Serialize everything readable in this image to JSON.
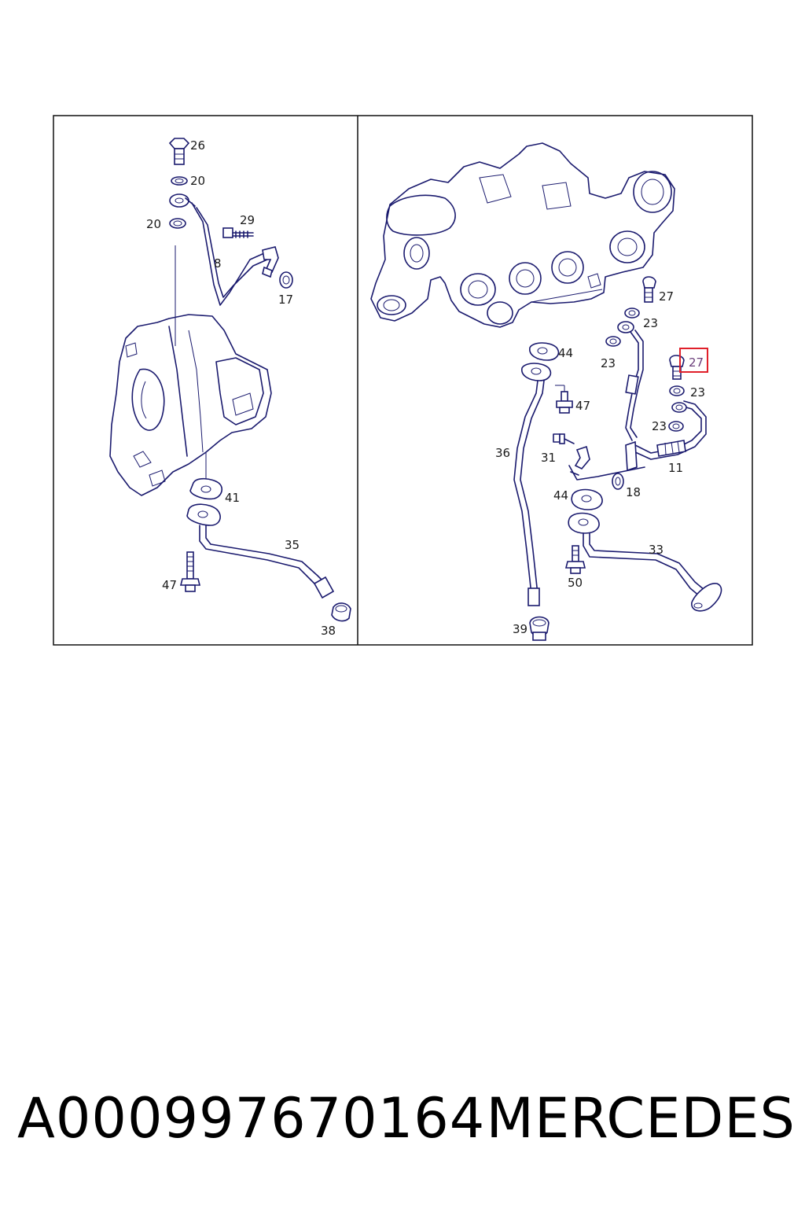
{
  "caption": {
    "part_number": "A000997670164",
    "brand": "MERCEDES"
  },
  "left_panel": {
    "labels": {
      "l26": "26",
      "l20a": "20",
      "l20b": "20",
      "l29": "29",
      "l8": "8",
      "l17": "17",
      "l41": "41",
      "l35": "35",
      "l47": "47",
      "l38": "38"
    }
  },
  "right_panel": {
    "labels": {
      "r27a": "27",
      "r23a": "23",
      "r23b": "23",
      "r44a": "44",
      "r27b": "27",
      "r23c": "23",
      "r47": "47",
      "r23d": "23",
      "r36": "36",
      "r31": "31",
      "r11": "11",
      "r44b": "44",
      "r18": "18",
      "r33": "33",
      "r50": "50",
      "r39": "39"
    },
    "highlight_color": "#e0202a"
  }
}
